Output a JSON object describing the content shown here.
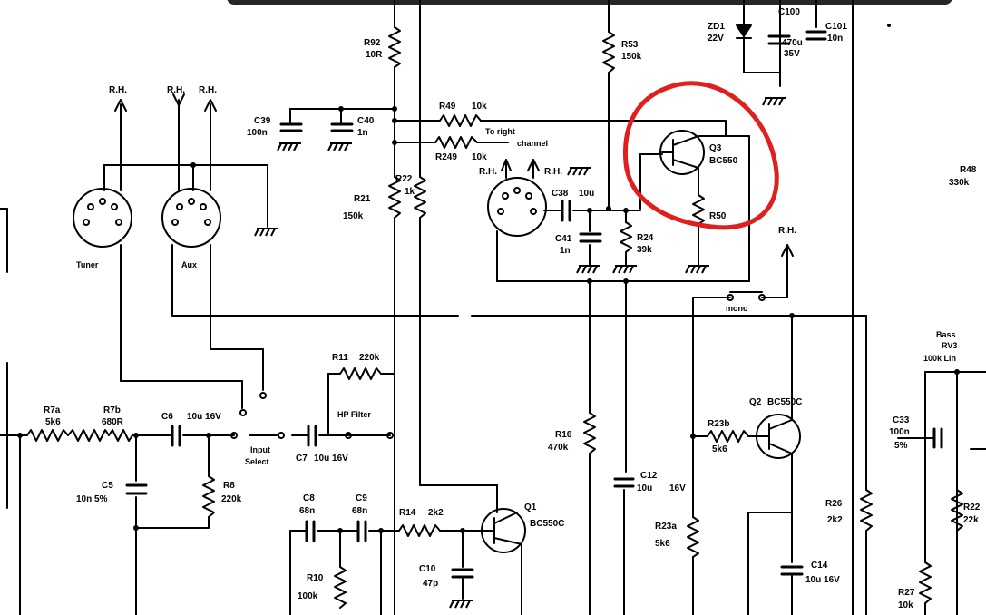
{
  "labels": {
    "r92": "R92",
    "r92v": "10R",
    "r53": "R53",
    "r53v": "150k",
    "zd1": "ZD1",
    "zd1v": "22V",
    "c100": "C100",
    "c100v": "470u",
    "c100v2": "35V",
    "c101": "C101",
    "c101v": "10n",
    "rh1": "R.H.",
    "rh2": "R.H.",
    "rh3": "R.H.",
    "c39": "C39",
    "c39v": "100n",
    "c40": "C40",
    "c40v": "1n",
    "r49": "R49",
    "r49v": "10k",
    "toright": "To right",
    "channel": "channel",
    "r249": "R249",
    "r249v": "10k",
    "rh4": "R.H.",
    "rh5": "R.H.",
    "q3": "Q3",
    "q3v": "BC550",
    "r22": "R22",
    "r22v": "1k",
    "r21": "R21",
    "r21v": "150k",
    "c38": "C38",
    "c38v": "10u",
    "c41": "C41",
    "c41v": "1n",
    "r24": "R24",
    "r24v": "39k",
    "r50": "R50",
    "tuner": "Tuner",
    "aux": "Aux",
    "rh6": "R.H.",
    "r48": "R48",
    "r48v": "330k",
    "mono": "mono",
    "bass": "Bass",
    "rv3": "RV3",
    "rv3v": "100k Lin",
    "r11": "R11",
    "r11v": "220k",
    "hpfilter": "HP Filter",
    "r7a": "R7a",
    "r7av": "5k6",
    "r7b": "R7b",
    "r7bv": "680R",
    "c6": "C6",
    "c6v": "10u  16V",
    "input": "Input",
    "select": "Select",
    "c7": "C7",
    "c7v": "10u  16V",
    "q2": "Q2",
    "q2v": "BC550C",
    "r23b": "R23b",
    "r23bv": "5k6",
    "c33": "C33",
    "c33v": "100n",
    "c33v2": "5%",
    "r16": "R16",
    "r16v": "470k",
    "c12": "C12",
    "c12v": "10u",
    "c12v2": "16V",
    "c5": "C5",
    "c5v": "10n  5%",
    "r8": "R8",
    "r8v": "220k",
    "c8": "C8",
    "c8v": "68n",
    "c9": "C9",
    "c9v": "68n",
    "r14": "R14",
    "r14v": "2k2",
    "q1": "Q1",
    "q1v": "BC550C",
    "r26": "R26",
    "r26v": "2k2",
    "r23a": "R23a",
    "r23av": "5k6",
    "c10": "C10",
    "c10v": "47p",
    "r10": "R10",
    "r10v": "100k",
    "c14": "C14",
    "c14v": "10u  16V",
    "r27": "R27",
    "r27v": "10k",
    "r22b": "R22",
    "r22bv": "22k"
  },
  "colors": {
    "ink": "#000000",
    "annotation": "#e0201e",
    "topbar": "#262626"
  }
}
